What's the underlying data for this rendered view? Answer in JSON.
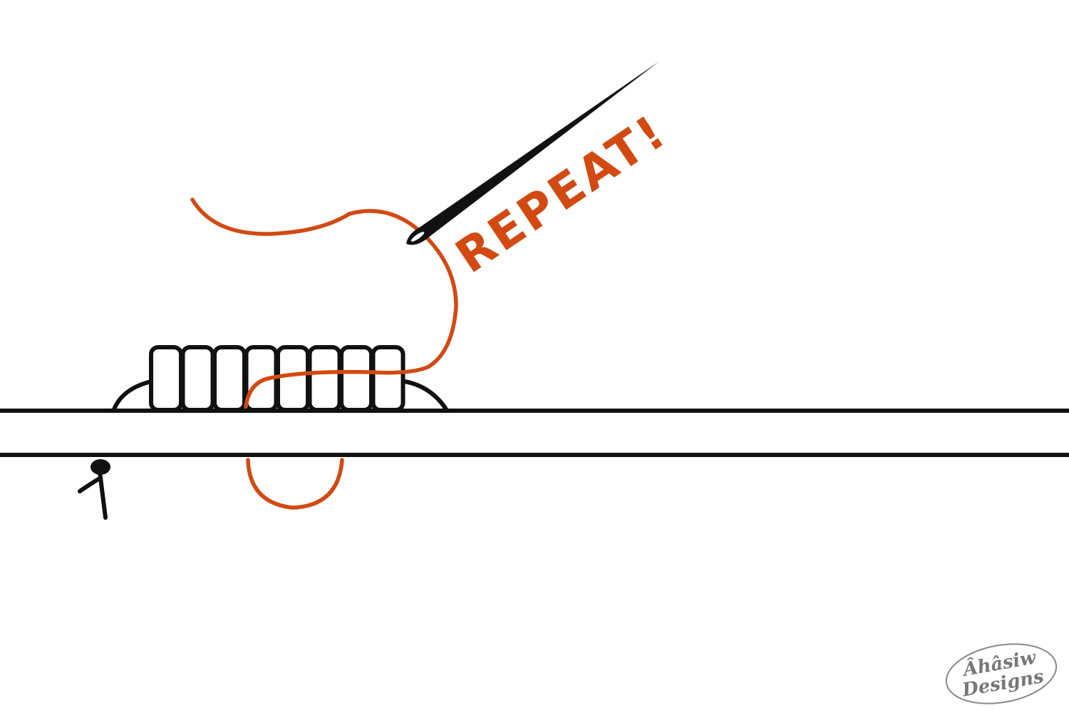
{
  "annotation": {
    "text": "REPEAT!"
  },
  "logo": {
    "line1": "Âhâsiw",
    "line2": "Designs"
  },
  "colors": {
    "thread": "#d24a12",
    "ink": "#111111",
    "logo": "#777777"
  },
  "diagram": {
    "bead_count": 8
  }
}
